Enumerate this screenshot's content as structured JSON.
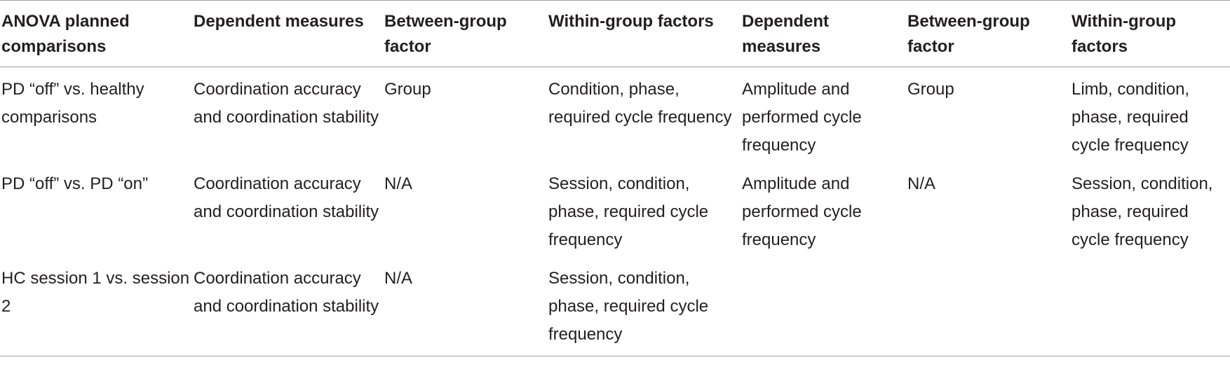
{
  "table": {
    "headers": [
      "ANOVA planned comparisons",
      "Dependent measures",
      "Between-group factor",
      "Within-group factors",
      "Dependent measures",
      "Between-group factor",
      "Within-group factors"
    ],
    "rows": [
      [
        "PD “off” vs. healthy comparisons",
        "Coordination accuracy and coordination stability",
        "Group",
        "Condition, phase, required cycle frequency",
        "Amplitude and performed cycle frequency",
        "Group",
        "Limb, condition, phase, required cycle frequency"
      ],
      [
        "PD “off” vs. PD “on”",
        "Coordination accuracy and coordination stability",
        "N/A",
        "Session, condition, phase, required cycle frequency",
        "Amplitude and performed cycle frequency",
        "N/A",
        "Session, condition, phase, required cycle frequency"
      ],
      [
        "HC session 1 vs. session 2",
        "Coordination accuracy and coordination stability",
        "N/A",
        "Session, condition, phase, required cycle frequency",
        "",
        "",
        ""
      ]
    ]
  }
}
